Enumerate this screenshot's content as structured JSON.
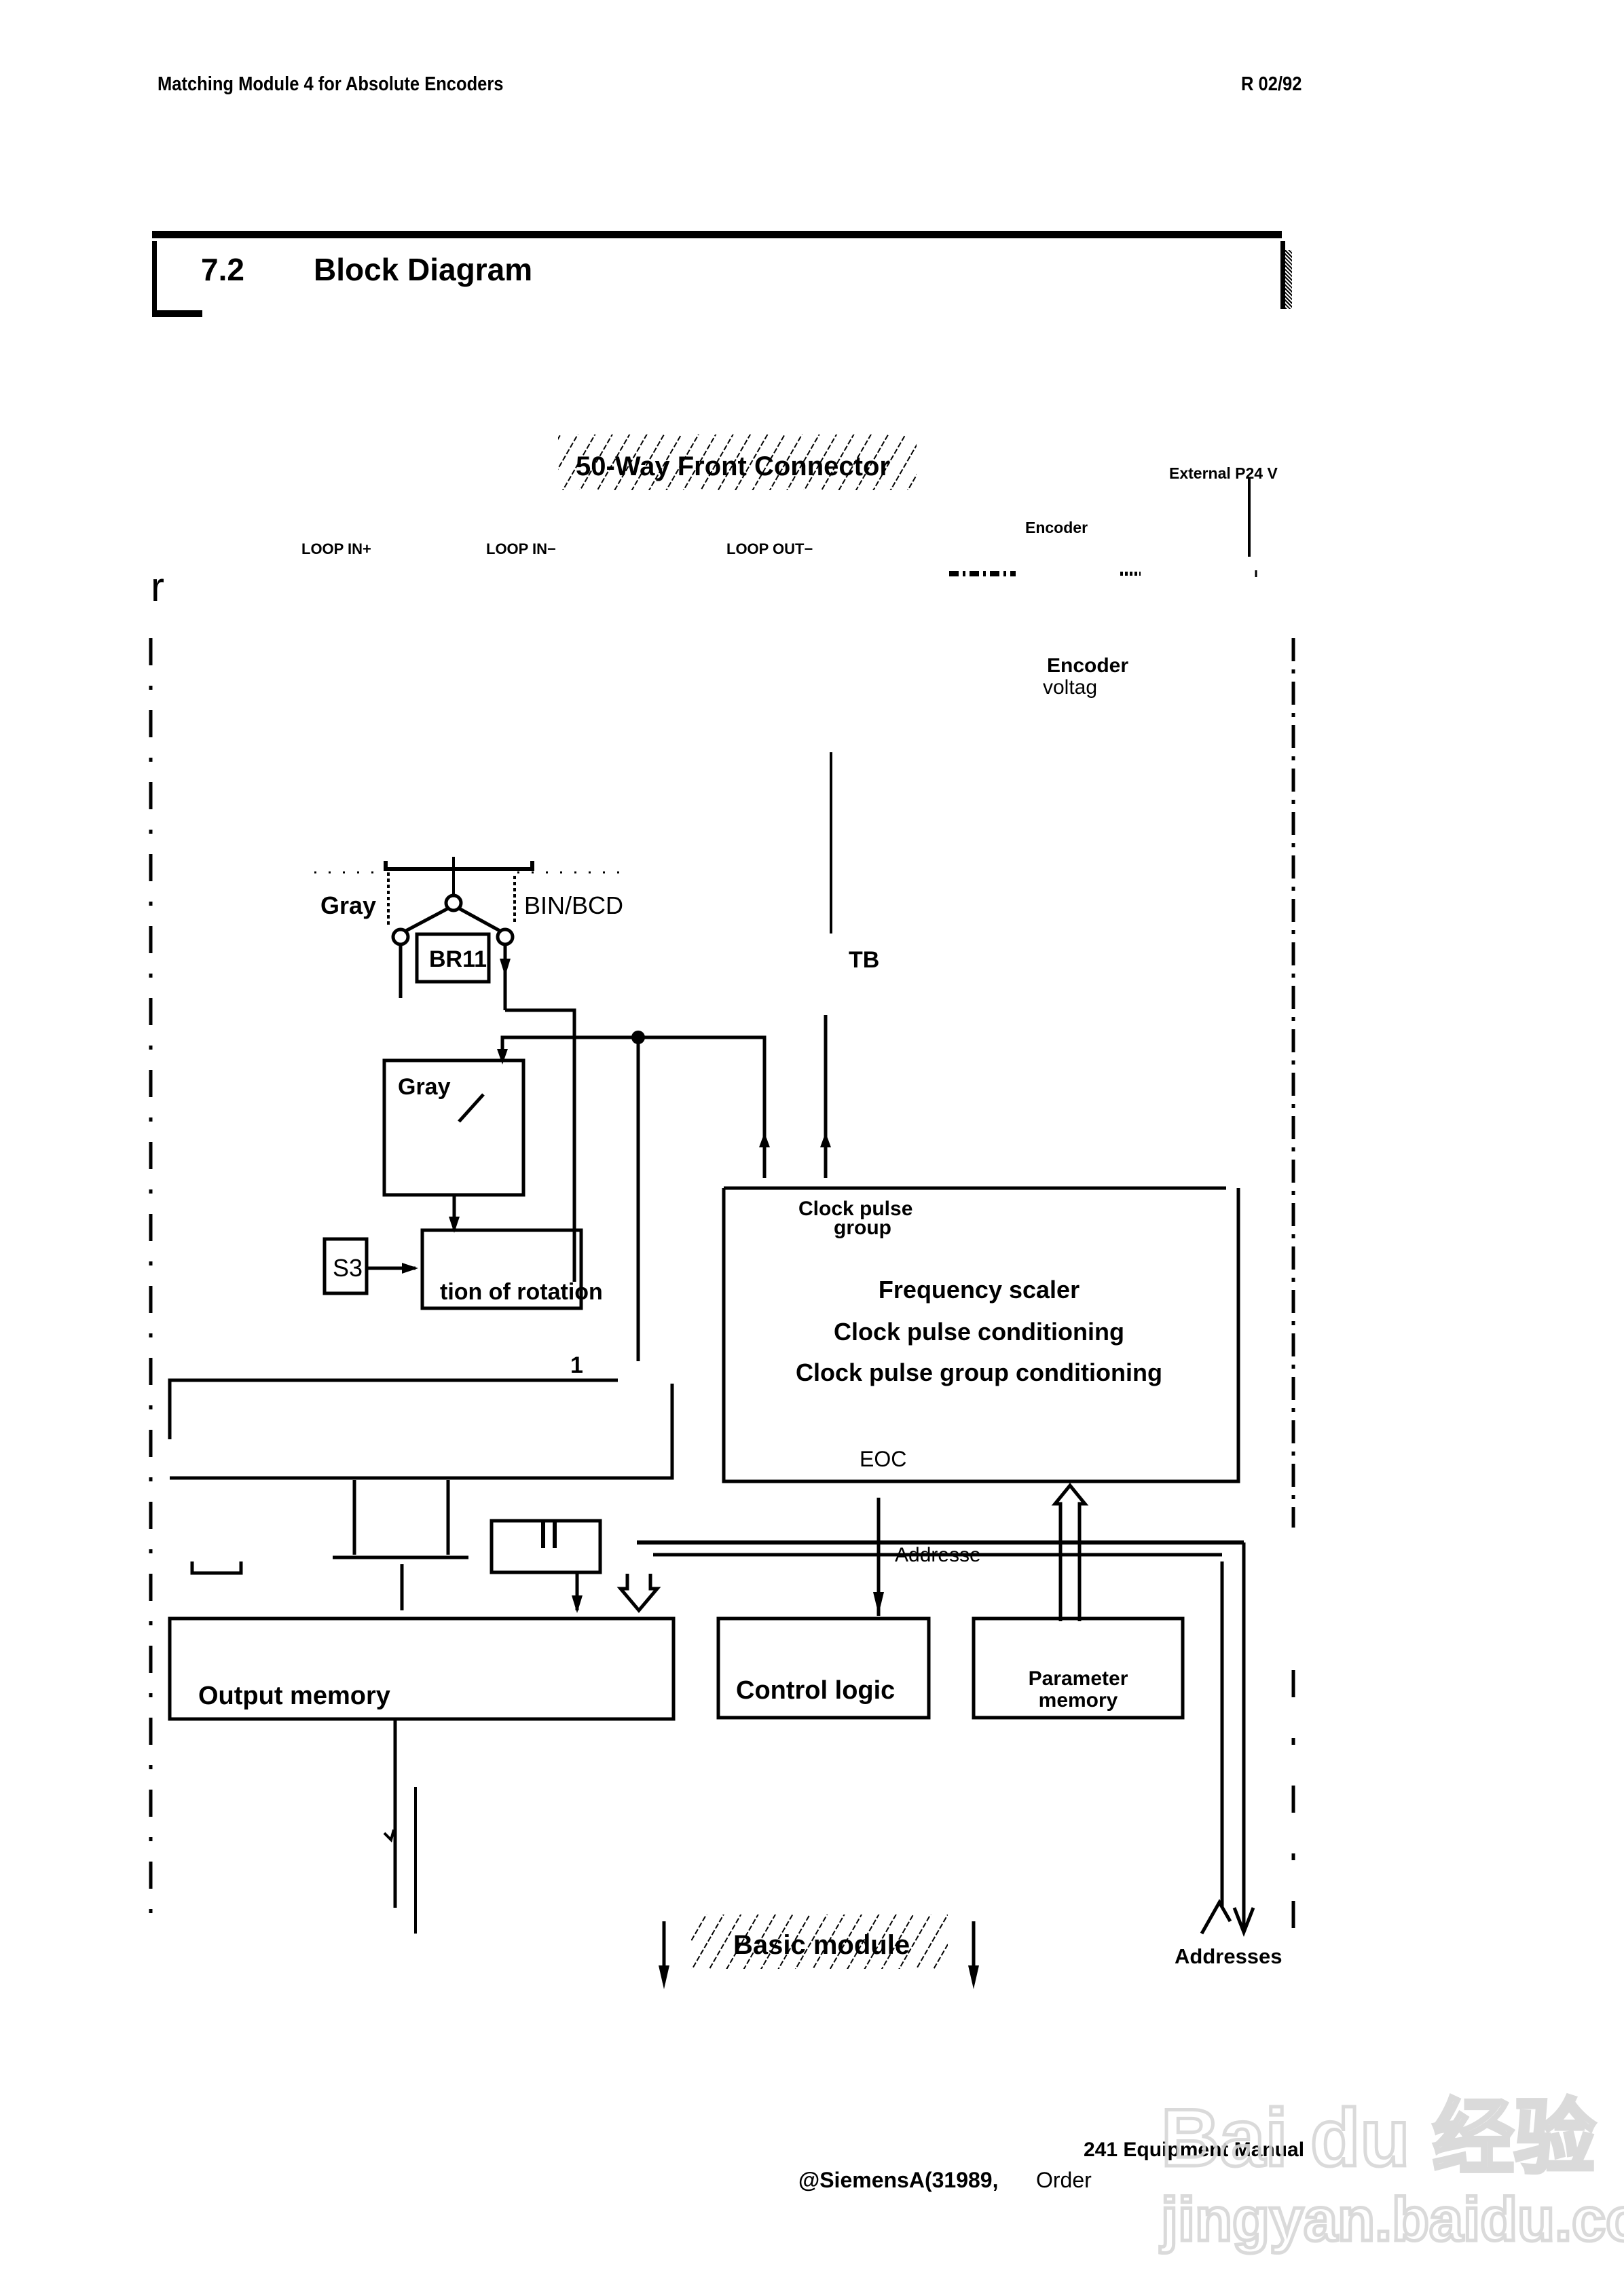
{
  "header": {
    "title": "Matching Module 4 for Absolute Encoders",
    "revision": "R 02/92"
  },
  "section": {
    "number": "7.2",
    "title": "Block Diagram"
  },
  "diagram": {
    "front_connector": "50-Way Front Connector",
    "external_supply": "External P24 V",
    "encoder_top": "Encoder",
    "loop_in_plus": "LOOP IN+",
    "loop_in_minus": "LOOP IN−",
    "loop_out_minus": "LOOP OUT−",
    "encoder_voltage_line1": "Encoder",
    "encoder_voltage_line2": "voltag",
    "switch_gray": "Gray",
    "switch_bin_bcd": "BIN/BCD",
    "jumper_label": "BR11",
    "tb_label": "TB",
    "gray_converter_label": "Gray",
    "gray_converter_slash": "/",
    "s3_label": "S3",
    "rotation_block": "tion of rotation",
    "marker_1": "1",
    "clock_block": {
      "group_label_line1": "Clock pulse",
      "group_label_line2": "group",
      "line1": "Frequency scaler",
      "line2": "Clock pulse conditioning",
      "line3": "Clock pulse group conditioning",
      "eoc": "EOC"
    },
    "address_bus": "Addresse",
    "output_memory": "Output memory",
    "control_logic": "Control logic",
    "parameter_memory_line1": "Parameter",
    "parameter_memory_line2": "memory",
    "basic_module": "Basic module",
    "addresses": "Addresses",
    "stray_glyph": "r"
  },
  "footer": {
    "manual": "241 Equipment Manual",
    "copyright": "@SiemensA(31989,",
    "order": "Order"
  },
  "watermark": {
    "brand": "Bai du 经验",
    "url": "jingyan.baidu.com"
  }
}
